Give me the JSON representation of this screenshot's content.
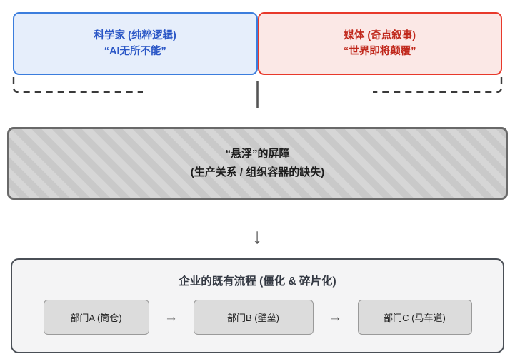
{
  "diagram": {
    "top_row": {
      "left_box": {
        "title": "科学家 (纯粹逻辑)",
        "quote": "“AI无所不能”",
        "fill_color": "#e6eefb",
        "border_color": "#3b7ddd",
        "text_color": "#2a56c6"
      },
      "right_box": {
        "title": "媒体 (奇点叙事)",
        "quote": "“世界即将颠覆”",
        "fill_color": "#fbe8e6",
        "border_color": "#e8392b",
        "text_color": "#c0271b"
      }
    },
    "bracket": {
      "style": "dashed",
      "color": "#3a3a3a"
    },
    "connector": {
      "style": "solid",
      "color": "#555555"
    },
    "barrier": {
      "line1": "“悬浮”的屏障",
      "line2": "(生产关系 / 组织容器的缺失)",
      "fill_color": "#d3d3d3",
      "hatch_color": "#c9c9c9",
      "border_color": "#696969"
    },
    "down_arrow": {
      "glyph": "↓",
      "color": "#5a5a5a"
    },
    "process": {
      "title": "企业的既有流程 (僵化 & 碎片化)",
      "fill_color": "#f4f4f5",
      "border_color": "#4a4f56",
      "departments": [
        {
          "label": "部门A (筒仓)"
        },
        {
          "label": "部门B (壁垒)"
        },
        {
          "label": "部门C (马车道)"
        }
      ],
      "arrow_glyph": "→"
    }
  }
}
